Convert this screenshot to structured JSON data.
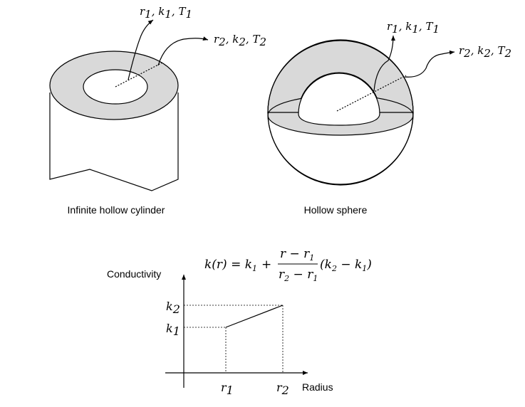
{
  "cylinder": {
    "caption": "Infinite hollow cylinder",
    "inner_label": {
      "r": "r",
      "rs": "1",
      "k": "k",
      "ks": "1",
      "T": "T",
      "Ts": "1"
    },
    "outer_label": {
      "r": "r",
      "rs": "2",
      "k": "k",
      "ks": "2",
      "T": "T",
      "Ts": "2"
    }
  },
  "sphere": {
    "caption": "Hollow sphere",
    "inner_label": {
      "r": "r",
      "rs": "1",
      "k": "k",
      "ks": "1",
      "T": "T",
      "Ts": "1"
    },
    "outer_label": {
      "r": "r",
      "rs": "2",
      "k": "k",
      "ks": "2",
      "T": "T",
      "Ts": "2"
    }
  },
  "equation": {
    "lhs": "k(r) = k",
    "lhs_sub": "1",
    "plus": "+",
    "num": "r − r",
    "num_sub": "1",
    "den": "r",
    "den_sub1": "2",
    "den_mid": " − r",
    "den_sub2": "1",
    "tail": "(k",
    "tail_sub1": "2",
    "tail_mid": " − k",
    "tail_sub2": "1",
    "tail_end": ")"
  },
  "graph": {
    "ylabel": "Conductivity",
    "xlabel": "Radius",
    "ytick_k2": "k",
    "ytick_k2_sub": "2",
    "ytick_k1": "k",
    "ytick_k1_sub": "1",
    "xtick_r1": "r",
    "xtick_r1_sub": "1",
    "xtick_r2": "r",
    "xtick_r2_sub": "2"
  },
  "colors": {
    "fill": "#d9d9d9",
    "stroke": "#000000"
  }
}
